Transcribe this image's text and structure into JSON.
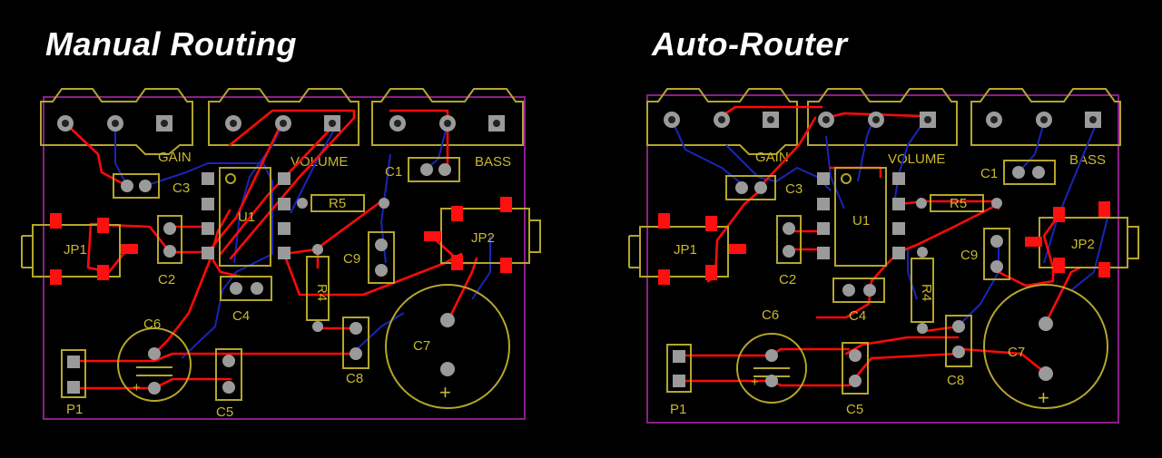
{
  "titles": {
    "left": "Manual Routing",
    "right": "Auto-Router"
  },
  "labels": {
    "gain": "GAIN",
    "volume": "VOLUME",
    "bass": "BASS",
    "c1": "C1",
    "c2": "C2",
    "c3": "C3",
    "c4": "C4",
    "c5": "C5",
    "c6": "C6",
    "c7": "C7",
    "c8": "C8",
    "c9": "C9",
    "r4": "R4",
    "r5": "R5",
    "u1": "U1",
    "jp1": "JP1",
    "jp2": "JP2",
    "p1": "P1",
    "plus": "+"
  },
  "colors": {
    "background": "#000000",
    "silkscreen": "#b4a62a",
    "top_copper": "#ff0a0a",
    "bottom_copper": "#1a25b8",
    "board_outline": "#8a1f8a",
    "pads": "#9a9a9a"
  }
}
